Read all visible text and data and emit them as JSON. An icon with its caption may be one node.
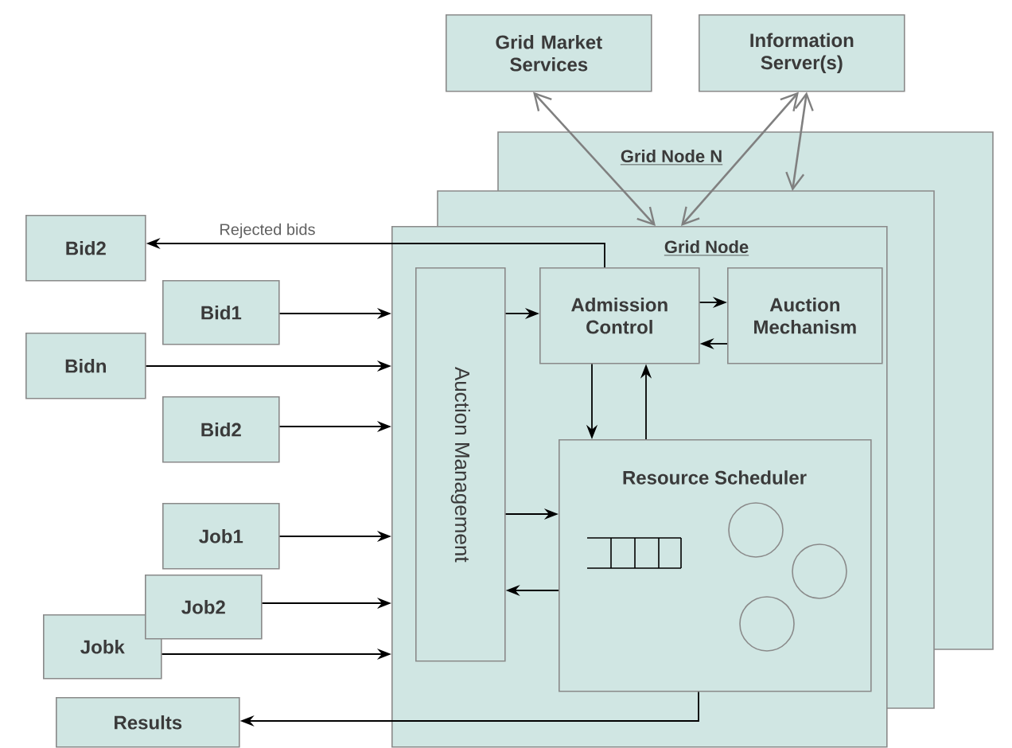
{
  "diagram": {
    "nodes": [
      {
        "text": [
          "Grid Market Services"
        ]
      },
      {
        "text": [
          "Information Server(s)"
        ]
      },
      {
        "text": [
          "Grid Node"
        ]
      },
      {
        "text": [
          "Auction Management"
        ],
        "in": 2
      },
      {
        "text": [
          "Admission Control"
        ],
        "in": 2
      },
      {
        "text": [
          "Auction Mechanism"
        ],
        "in": 2
      },
      {
        "text": [
          "Resource Scheduler"
        ],
        "in": 2
      },
      {
        "text": [
          "Bid2"
        ]
      },
      {
        "text": [
          "Bid1"
        ]
      },
      {
        "text": [
          "Bidn"
        ]
      },
      {
        "text": [
          "Bid2"
        ]
      },
      {
        "text": [
          "Job1"
        ]
      },
      {
        "text": [
          "Job2"
        ]
      },
      {
        "text": [
          "Jobk"
        ]
      },
      {
        "text": [
          "Results"
        ]
      }
    ],
    "edges": [
      {
        "from": 0,
        "to": 2,
        "arrow": "both",
        "color": "#808080"
      },
      {
        "from": 1,
        "to": 2,
        "arrow": "both",
        "color": "#808080"
      },
      {
        "from": 1,
        "to": null,
        "arrow": "both",
        "color": "#808080"
      },
      {
        "from": 4,
        "to": 7,
        "arrow": "to",
        "label": "Rejected bids"
      },
      {
        "from": 8,
        "to": 2,
        "arrow": "to"
      },
      {
        "from": 9,
        "to": 2,
        "arrow": "to"
      },
      {
        "from": 10,
        "to": 2,
        "arrow": "to"
      },
      {
        "from": 11,
        "to": 2,
        "arrow": "to"
      },
      {
        "from": 12,
        "to": 2,
        "arrow": "to"
      },
      {
        "from": 13,
        "to": 2,
        "arrow": "to"
      },
      {
        "from": 3,
        "to": 4,
        "arrow": "to"
      },
      {
        "from": 4,
        "to": 5,
        "arrow": "to"
      },
      {
        "from": 5,
        "to": 4,
        "arrow": "to"
      },
      {
        "from": 4,
        "to": 6,
        "arrow": "to"
      },
      {
        "from": 6,
        "to": 4,
        "arrow": "to"
      },
      {
        "from": 3,
        "to": 6,
        "arrow": "to"
      },
      {
        "from": 6,
        "to": 3,
        "arrow": "to"
      },
      {
        "from": 6,
        "to": 14,
        "arrow": "to"
      }
    ],
    "labels": [
      "Grid Node N"
    ]
  }
}
